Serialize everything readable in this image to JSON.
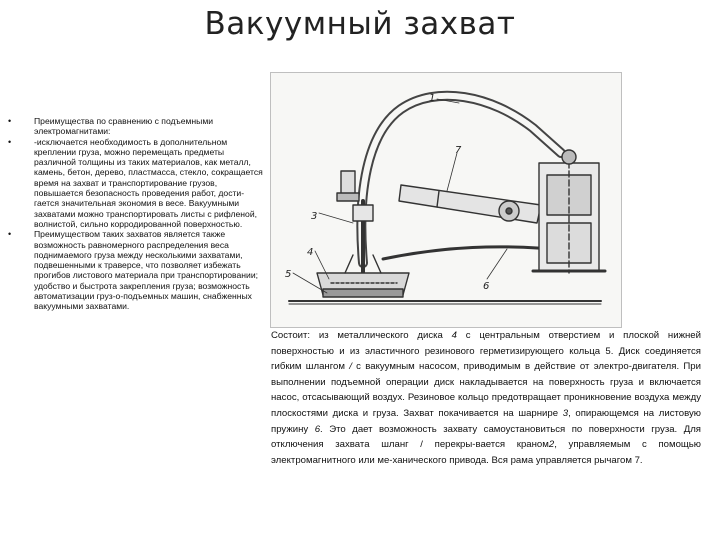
{
  "title": "Вакуумный захват",
  "bullets": [
    "Преимущества по сравнению с подъемными электромагнитами:",
    "-исключается необходимость в дополнительном креплении груза, можно перемещать предметы различной толщины из таких материалов, как металл, камень, бетон, дерево, пластмасса, стекло, сокращается время на захват и транспортирование грузов, повышается безопасность проведения работ, дости-гается значительная экономия в весе. Вакуумными захватами можно транспортировать листы с рифленой, волнистой, сильно корродированной поверхностью.",
    "Преимуществом таких захватов является также возможность равномерного распределения веса поднимаемого груза между несколькими захватами, подвешенными к траверсе, что позволяет избежать прогибов листового материала при транспортировании; удобство и быстрота закрепления груза; возможность автоматизации груз-о-подъемных машин, снабженных вакуумными захватами."
  ],
  "diagram": {
    "labels": [
      "1",
      "7",
      "3",
      "4",
      "5",
      "6"
    ]
  },
  "description": {
    "p1": "Состоит: из металлического диска ",
    "n1": "4",
    "p2": " с центральным отверстием и плоской нижней поверхностью и из эластичного резинового герметизирующего кольца 5. Диск соединяется гибким шлангом ",
    "n2": "/",
    "p3": " с вакуумным насосом, приводимым в действие от электро-двигателя. При выполнении подъемной операции диск накладывается на поверхность груза и включается насос, отсасывающий воздух. Резиновое кольцо предотвращает проникновение воздуха между плоскостями диска и груза. Захват покачивается на шарнире ",
    "n3": "3",
    "p4": ", опирающемся на листовую пружину ",
    "n4": "6",
    "p5": ". Это дает возможность захвату самоустановиться по поверхности груза. Для отключения захвата шланг / перекры-вается краном",
    "n5": "2",
    "p6": ", управляемым с помощью электромагнитного или ме-ханического привода. Вся рама управляется рычагом 7."
  }
}
